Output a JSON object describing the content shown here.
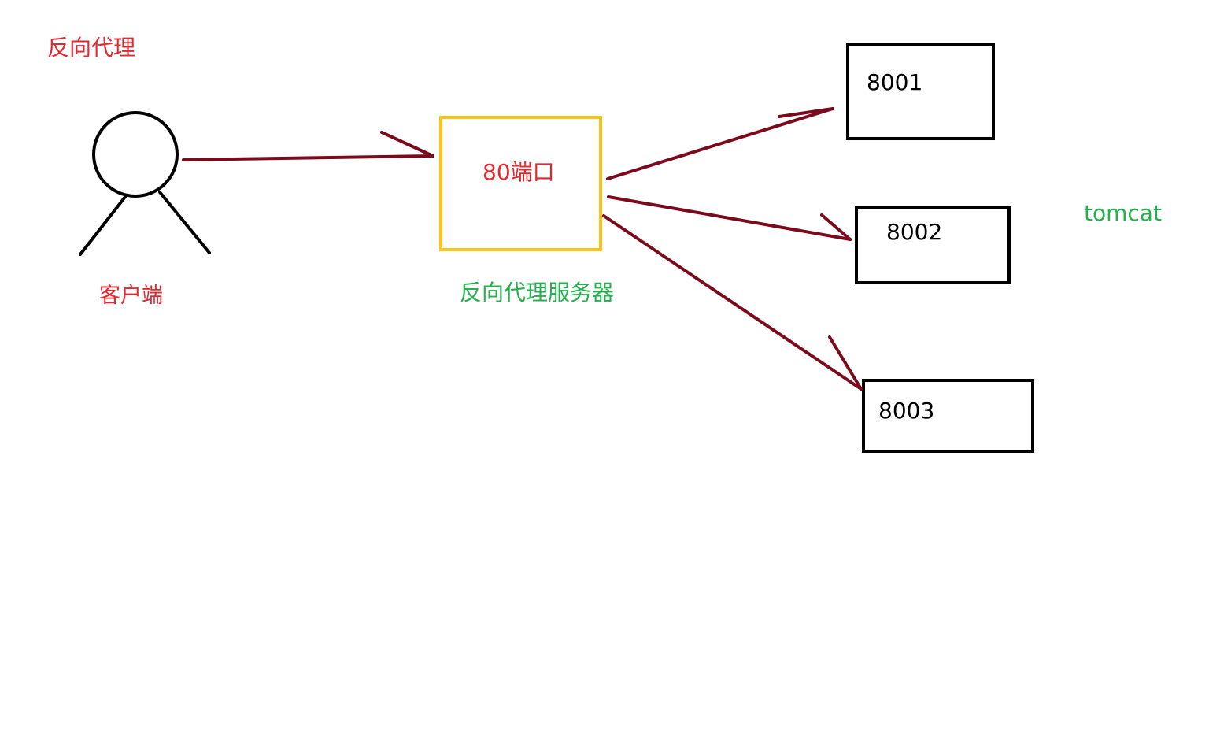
{
  "title": "反向代理",
  "client": {
    "label": "客户端"
  },
  "proxy": {
    "port_label": "80端口",
    "server_label": "反向代理服务器"
  },
  "servers": [
    {
      "label": "8001"
    },
    {
      "label": "8002"
    },
    {
      "label": "8003"
    }
  ],
  "servers_group_label": "tomcat",
  "colors": {
    "title": "#e8262d",
    "client_label": "#e8262d",
    "port_label": "#e8262d",
    "server_label": "#22b14c",
    "tomcat_label": "#22b14c",
    "proxy_box": "#f9c51a",
    "arrows": "#7a0a1c",
    "boxes": "#000000"
  }
}
